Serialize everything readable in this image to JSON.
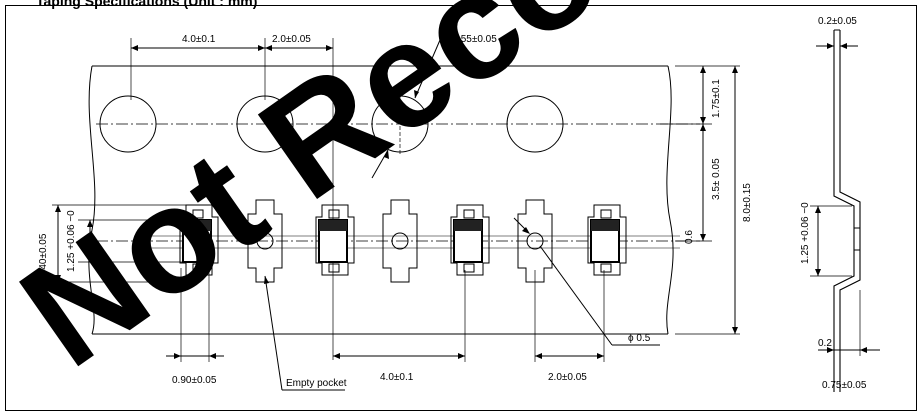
{
  "title": "Taping Specifications (Unit : mm)",
  "watermark": "Not Recommended for New Design",
  "dimensions": {
    "sprocket_pitch": "4.0±0.1",
    "hole_to_pocket": "2.0±0.05",
    "hole_diameter": "ϕ 1.55±0.05",
    "hole_row_offset": "1.75±0.1",
    "row_spacing": "3.5± 0.05",
    "tape_width": "8.0±0.15",
    "pocket_length": "2.40±0.05",
    "pocket_width": "1.25 +0.06 −0",
    "small_gap": "0.6",
    "pocket_width_bottom": "0.90±0.05",
    "empty_pocket": "Empty pocket",
    "pocket_pitch": "4.0±0.1",
    "half_pitch": "2.0±0.05",
    "center_hole": "ϕ 0.5",
    "tape_thickness": "0.2±0.05",
    "side_height": "1.25 +0.06 −0",
    "side_flange": "0.2",
    "side_total": "0.75±0.05"
  },
  "colors": {
    "line": "#000000",
    "watermark": "#000000",
    "component": "#222222"
  }
}
